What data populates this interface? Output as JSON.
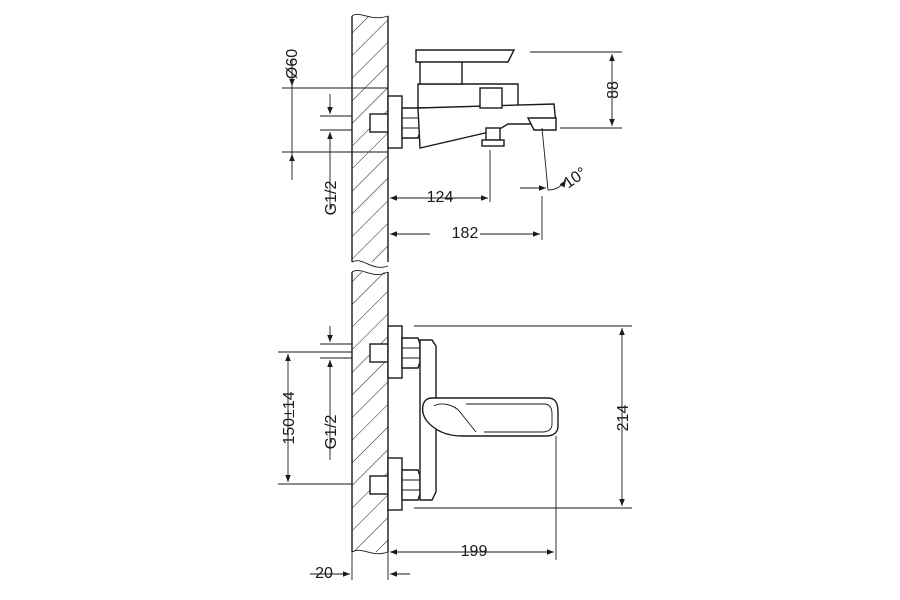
{
  "dimensions": {
    "diameter": "Ø60",
    "height_top": "88",
    "thread_top": "G1/2",
    "spout_reach": "124",
    "total_depth_top": "182",
    "spout_angle": "10°",
    "centers": "150±14",
    "thread_bottom": "G1/2",
    "height_front": "214",
    "depth_front": "199",
    "wall_offset": "20"
  },
  "colors": {
    "line": "#1a1a1a",
    "background": "#ffffff"
  }
}
